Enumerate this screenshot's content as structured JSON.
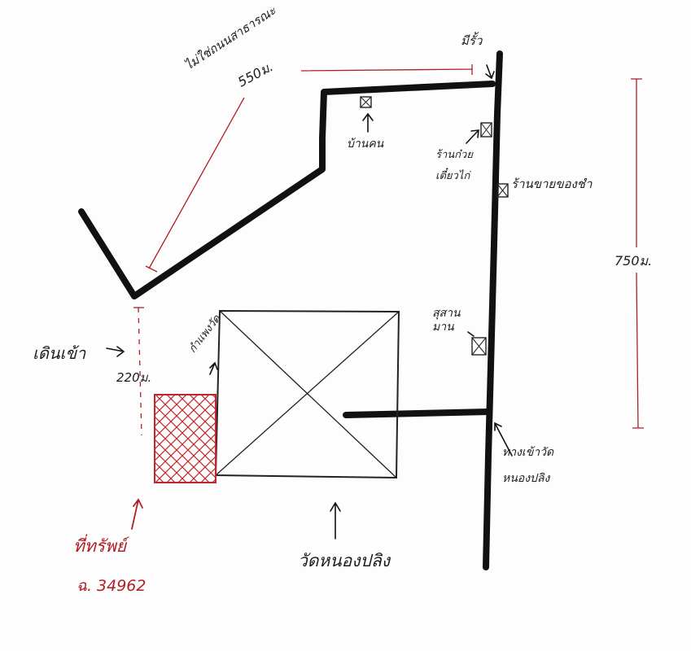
{
  "labels": {
    "not_public_road": "ไม่ใช่ถนนสาธารณะ",
    "dist_550": "550ม.",
    "has_fence": "มีรั้ว",
    "house": "บ้านคน",
    "chicken_noodle_shop": "ร้านก๋วย\nเตี๋ยวไก่",
    "grocery_shop": "ร้านขายของชำ",
    "dist_750": "750ม.",
    "walk_in": "เดินเข้า",
    "temple_wall": "กำแพงวัด",
    "dist_220": "220ม.",
    "cemetery": "สุสาน\nมาน",
    "temple_entrance": "ทางเข้าวัด\nหนองปลิง",
    "temple_name": "วัดหนองปลิง",
    "property": "ที่ทรัพย์",
    "deed_no": "ฉ. 34962"
  },
  "colors": {
    "ink": "#111111",
    "annotation_red": "#b01e24",
    "hatch_red": "#c0262c"
  }
}
